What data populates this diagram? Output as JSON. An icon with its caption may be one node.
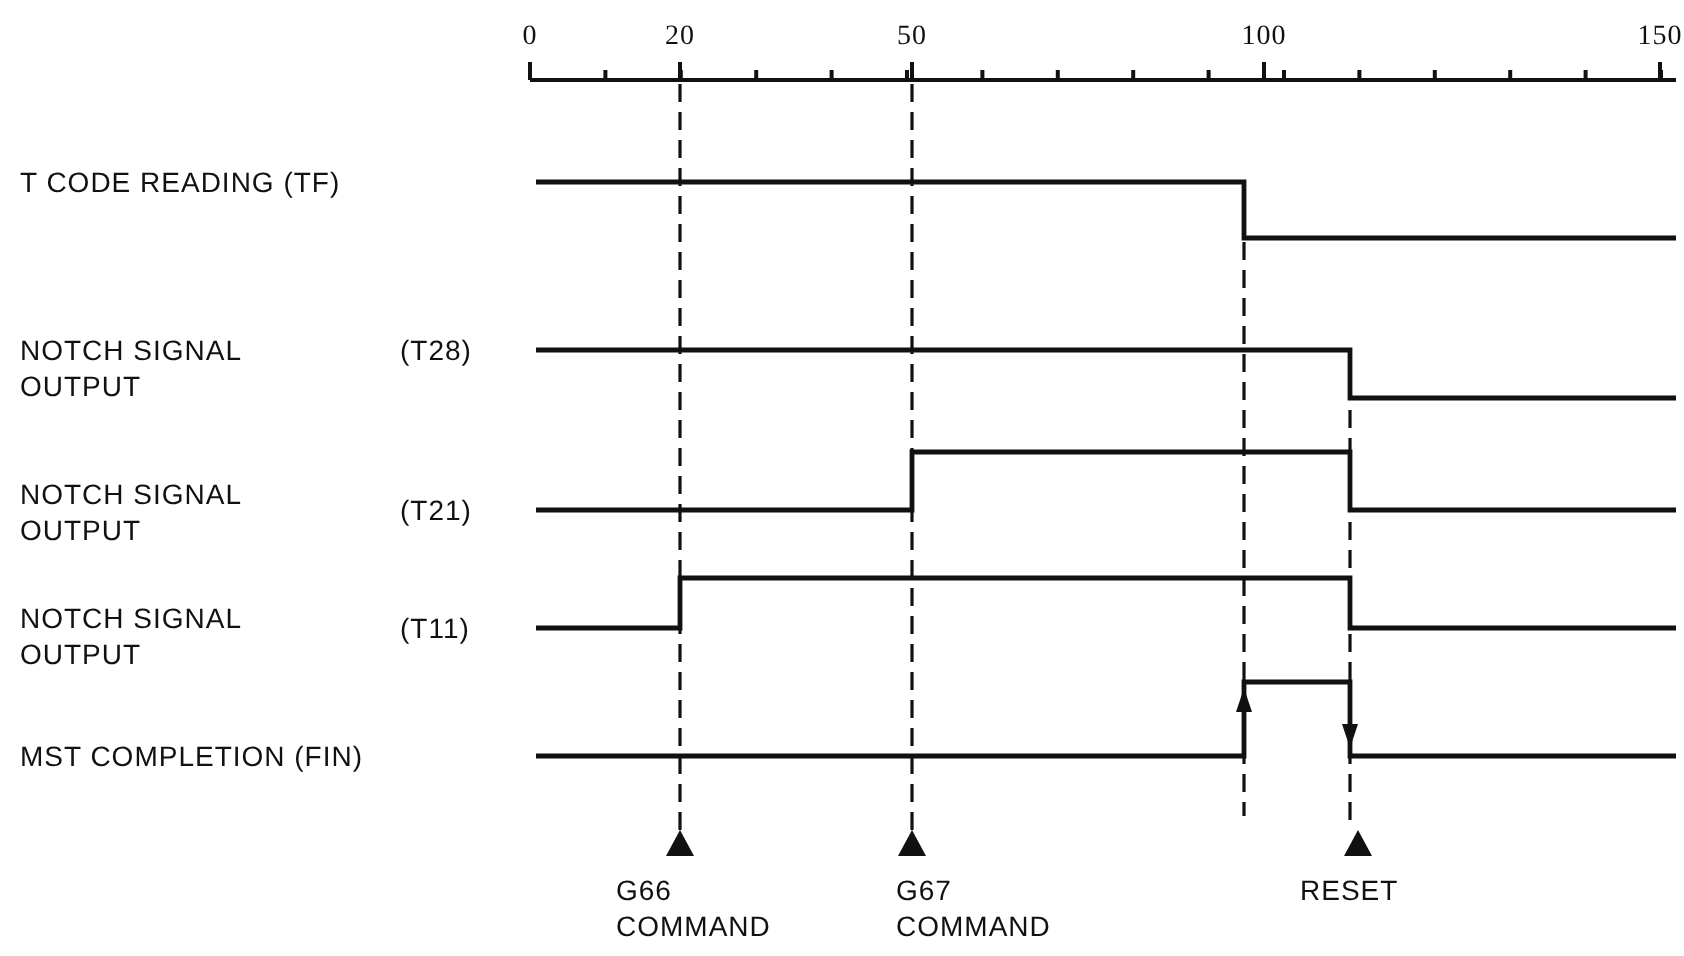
{
  "diagram": {
    "labels": [
      "0",
      "20",
      "50",
      "100",
      "150",
      "T CODE READING (TF)",
      "NOTCH SIGNAL OUTPUT",
      "(T28)",
      "NOTCH SIGNAL OUTPUT",
      "(T21)",
      "NOTCH SIGNAL OUTPUT",
      "(T11)",
      "MST COMPLETION (FIN)",
      "G66 COMMAND",
      "G67 COMMAND",
      "RESET"
    ]
  }
}
